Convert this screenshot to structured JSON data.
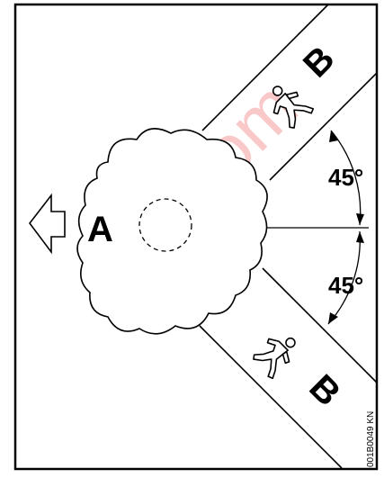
{
  "diagram": {
    "label_exhaust": "A",
    "label_walkway_upper": "B",
    "label_walkway_lower": "B",
    "angle_upper": "45°",
    "angle_lower": "45°",
    "reference_code": "001B0049 KN",
    "watermark": "ng.com"
  },
  "icons": {
    "exhaust_direction": "left-arrow-outline-icon",
    "person_upper": "running-person-icon",
    "person_lower": "running-person-icon"
  },
  "colors": {
    "line": "#000000",
    "background": "#ffffff",
    "watermark": "#e83a3a"
  }
}
